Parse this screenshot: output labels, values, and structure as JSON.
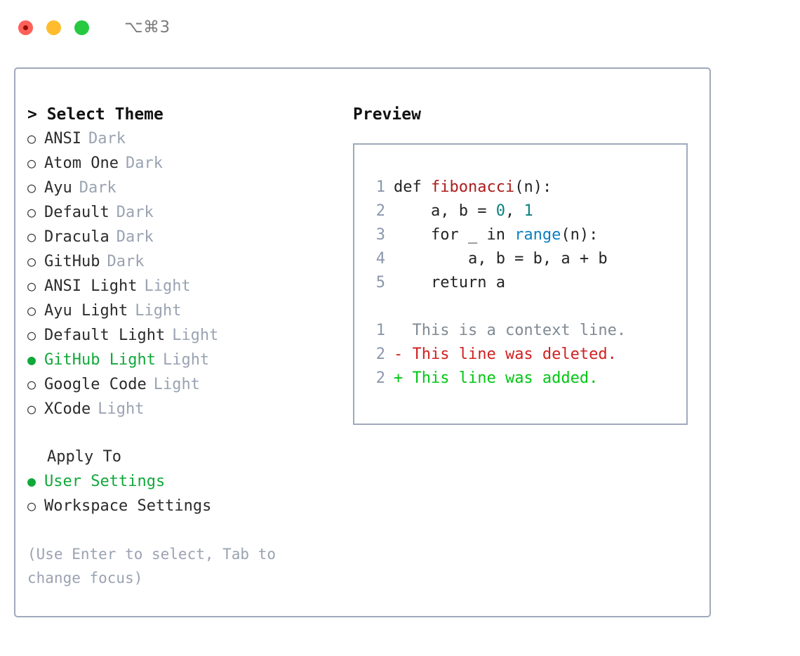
{
  "titlebar": {
    "shortcut": "⌥⌘3",
    "buttons": [
      {
        "name": "close",
        "color": "#ff6058"
      },
      {
        "name": "minimize",
        "color": "#febc2e"
      },
      {
        "name": "zoom",
        "color": "#26c940"
      }
    ]
  },
  "theme_picker": {
    "header": "> Select Theme",
    "items": [
      {
        "marker": "○",
        "label": "ANSI",
        "tag": "Dark",
        "selected": false
      },
      {
        "marker": "○",
        "label": "Atom One",
        "tag": "Dark",
        "selected": false
      },
      {
        "marker": "○",
        "label": "Ayu",
        "tag": "Dark",
        "selected": false
      },
      {
        "marker": "○",
        "label": "Default",
        "tag": "Dark",
        "selected": false
      },
      {
        "marker": "○",
        "label": "Dracula",
        "tag": "Dark",
        "selected": false
      },
      {
        "marker": "○",
        "label": "GitHub",
        "tag": "Dark",
        "selected": false
      },
      {
        "marker": "○",
        "label": "ANSI Light",
        "tag": "Light",
        "selected": false
      },
      {
        "marker": "○",
        "label": "Ayu Light",
        "tag": "Light",
        "selected": false
      },
      {
        "marker": "○",
        "label": "Default Light",
        "tag": "Light",
        "selected": false
      },
      {
        "marker": "●",
        "label": "GitHub Light",
        "tag": "Light",
        "selected": true
      },
      {
        "marker": "○",
        "label": "Google Code",
        "tag": "Light",
        "selected": false
      },
      {
        "marker": "○",
        "label": "XCode",
        "tag": "Light",
        "selected": false
      }
    ]
  },
  "apply_to": {
    "header": "Apply To",
    "items": [
      {
        "marker": "●",
        "label": "User Settings",
        "selected": true
      },
      {
        "marker": "○",
        "label": "Workspace Settings",
        "selected": false
      }
    ]
  },
  "hint": "(Use Enter to select, Tab to change focus)",
  "preview": {
    "header": "Preview",
    "code_lines": [
      {
        "no": "1",
        "segments": [
          {
            "t": "def ",
            "c": "plain"
          },
          {
            "t": "fibonacci",
            "c": "fn"
          },
          {
            "t": "(n):",
            "c": "plain"
          }
        ]
      },
      {
        "no": "2",
        "segments": [
          {
            "t": "    a, b = ",
            "c": "plain"
          },
          {
            "t": "0",
            "c": "num"
          },
          {
            "t": ", ",
            "c": "plain"
          },
          {
            "t": "1",
            "c": "num"
          }
        ]
      },
      {
        "no": "3",
        "segments": [
          {
            "t": "    for _ in ",
            "c": "plain"
          },
          {
            "t": "range",
            "c": "call"
          },
          {
            "t": "(n):",
            "c": "plain"
          }
        ]
      },
      {
        "no": "4",
        "segments": [
          {
            "t": "        a, b = b, a + b",
            "c": "plain"
          }
        ]
      },
      {
        "no": "5",
        "segments": [
          {
            "t": "    return a",
            "c": "plain"
          }
        ]
      }
    ],
    "diff_lines": [
      {
        "no": "1",
        "sign": " ",
        "text": "This is a context line.",
        "kind": "ctx"
      },
      {
        "no": "2",
        "sign": "-",
        "text": "This line was deleted.",
        "kind": "del"
      },
      {
        "no": "2",
        "sign": "+",
        "text": "This line was added.",
        "kind": "add"
      }
    ]
  },
  "colors": {
    "selection_green": "#11a83a",
    "added_green": "#00c613",
    "deleted_red": "#d12020",
    "function_red": "#ad1b1b",
    "number_teal": "#0b8080",
    "call_blue": "#0c7fc0",
    "muted_gray": "#9aa3b2",
    "border": "#9fa9bb"
  }
}
